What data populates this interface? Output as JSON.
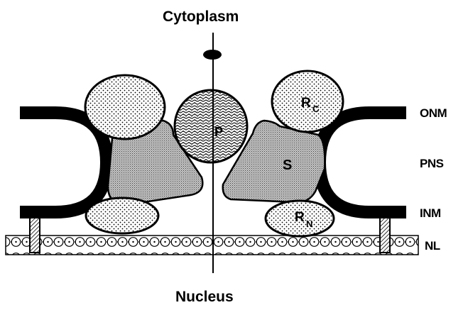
{
  "labels": {
    "cytoplasm": "Cytoplasm",
    "nucleus": "Nucleus",
    "onm": "ONM",
    "pns": "PNS",
    "inm": "INM",
    "nl": "NL"
  },
  "components": {
    "plug": "P",
    "spoke": "S",
    "ring_c": "R",
    "ring_c_sub": "C",
    "ring_n": "R",
    "ring_n_sub": "N"
  },
  "colors": {
    "ink": "#000000",
    "spoke_fill": "#bdbdbd",
    "background": "#ffffff"
  }
}
